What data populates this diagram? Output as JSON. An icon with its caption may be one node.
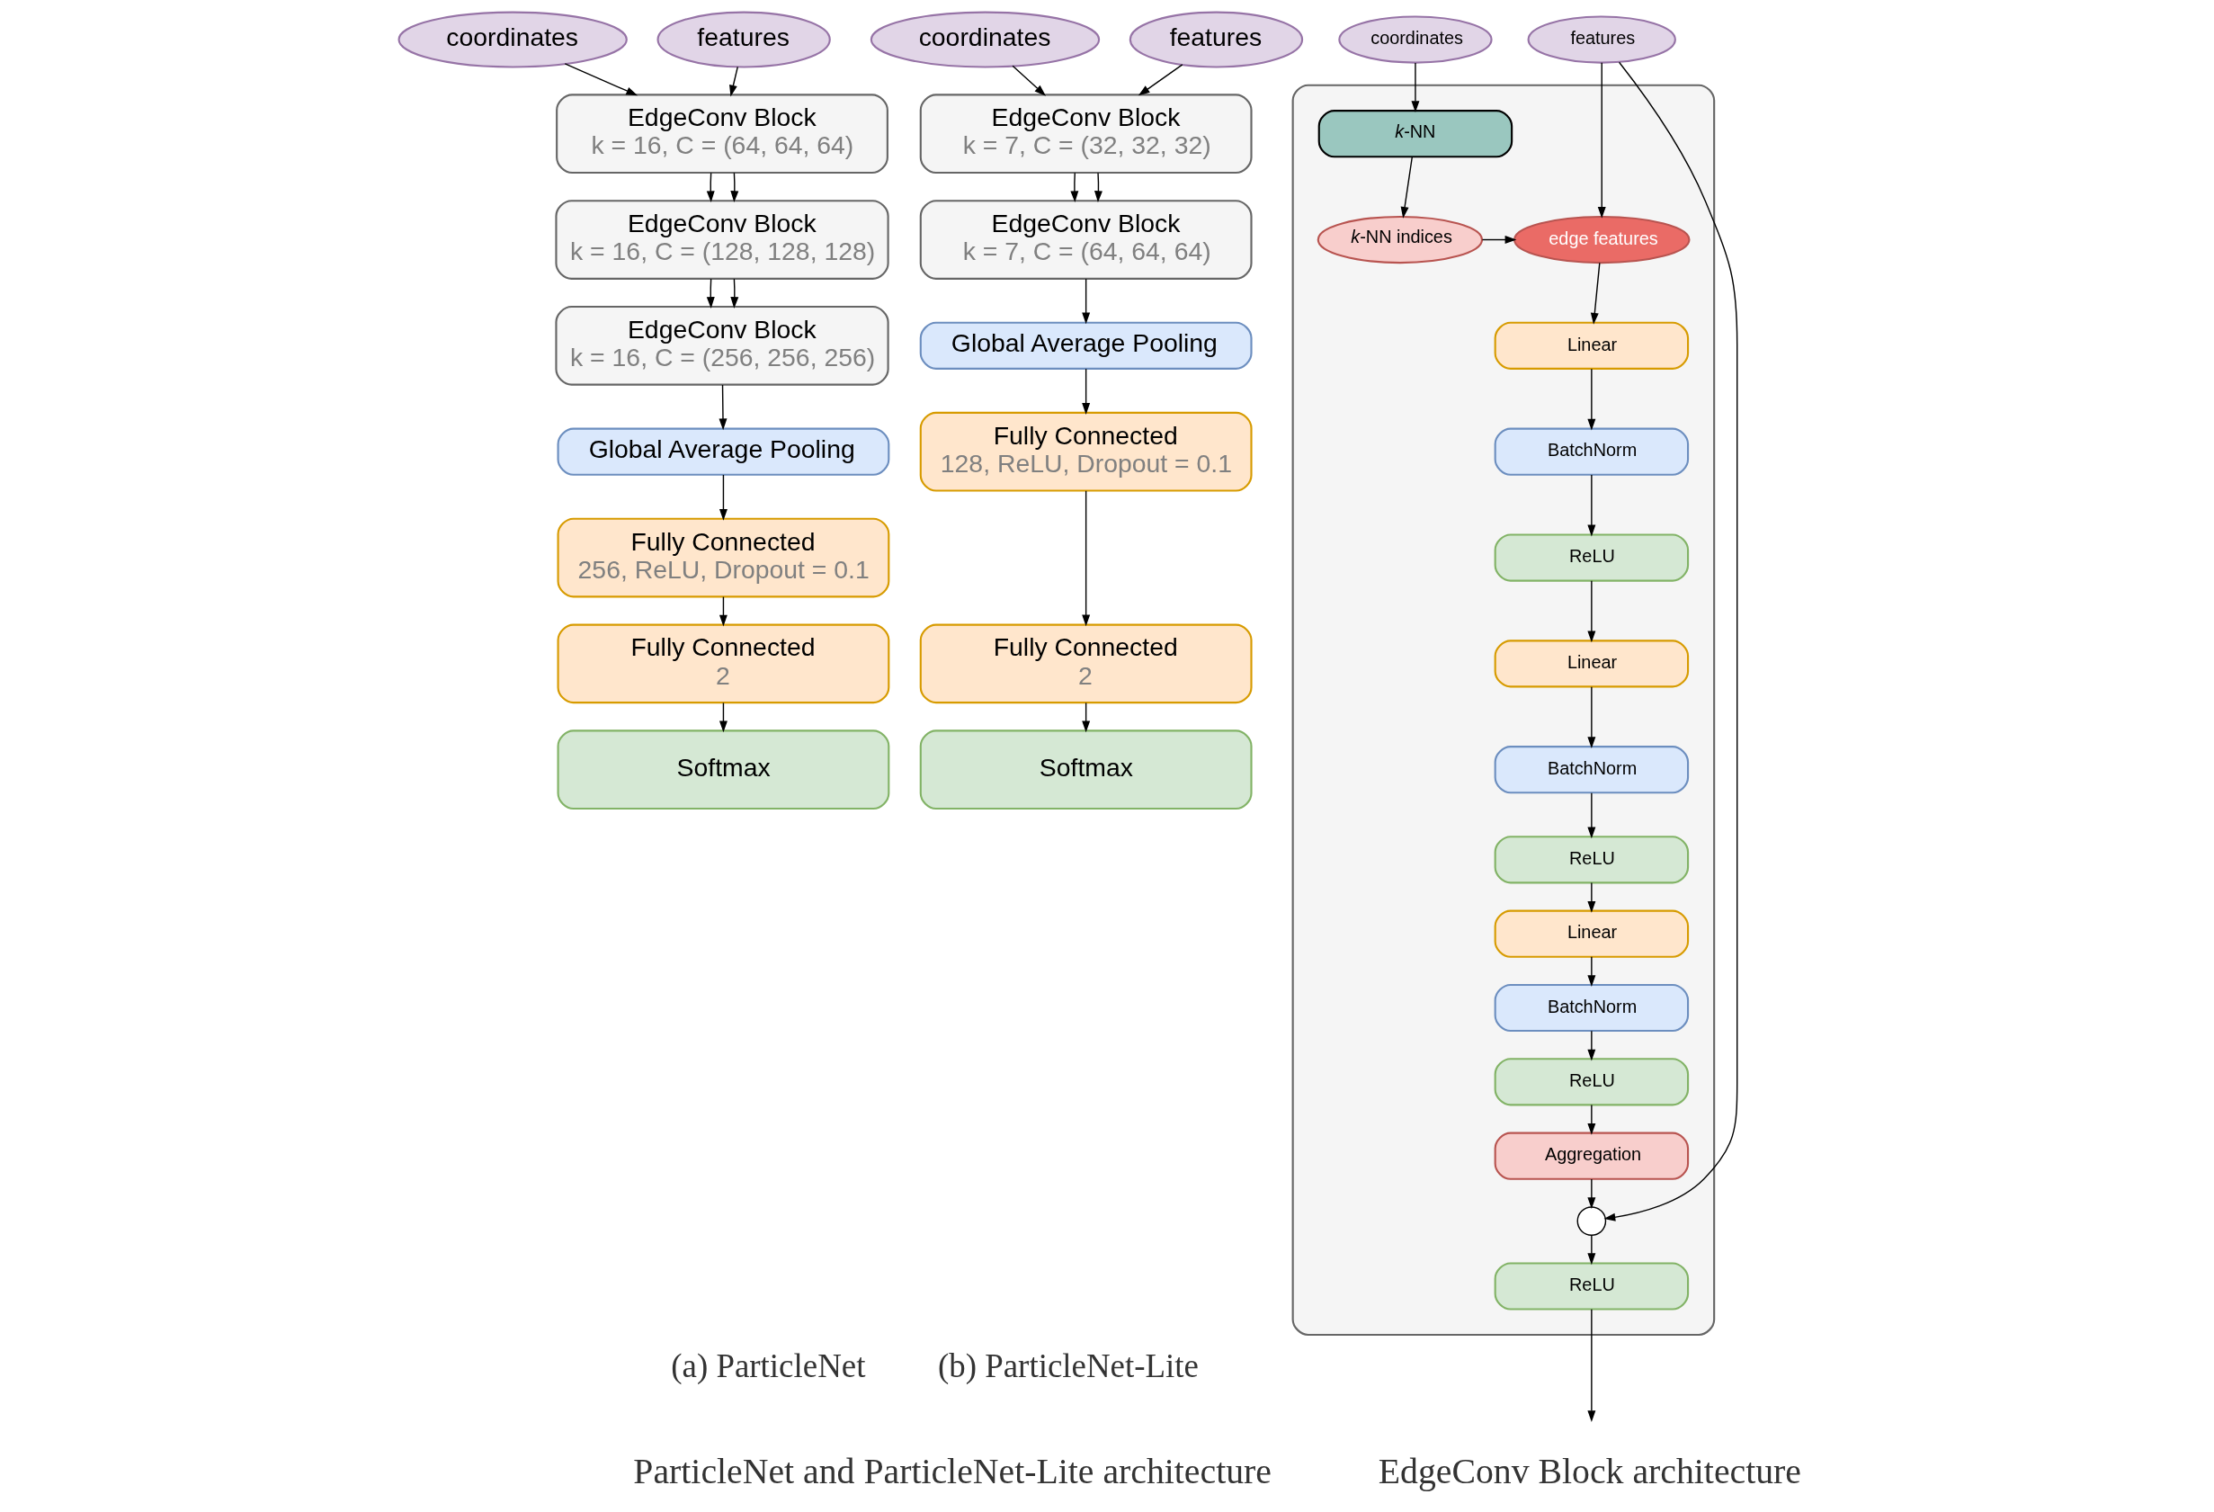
{
  "diagram": {
    "nodes": [
      {
        "text": [
          "coordinates"
        ]
      },
      {
        "text": [
          "features"
        ]
      },
      {
        "text": [
          "EdgeConv Block",
          "k = 16, C = (64, 64, 64)"
        ]
      },
      {
        "text": [
          "EdgeConv Block",
          "k = 16, C = (128, 128, 128)"
        ]
      },
      {
        "text": [
          "EdgeConv Block",
          "k = 16, C = (256, 256, 256)"
        ]
      },
      {
        "text": [
          "Global Average Pooling"
        ]
      },
      {
        "text": [
          "Fully Connected",
          "256, ReLU, Dropout = 0.1"
        ]
      },
      {
        "text": [
          "Fully Connected",
          "2"
        ]
      },
      {
        "text": [
          "Softmax"
        ]
      },
      {
        "text": [
          "coordinates"
        ]
      },
      {
        "text": [
          "features"
        ]
      },
      {
        "text": [
          "EdgeConv Block",
          "k = 7, C = (32, 32, 32)"
        ]
      },
      {
        "text": [
          "EdgeConv Block",
          "k = 7, C = (64, 64, 64)"
        ]
      },
      {
        "text": [
          "Global Average Pooling"
        ]
      },
      {
        "text": [
          "Fully Connected",
          "128, ReLU, Dropout = 0.1"
        ]
      },
      {
        "text": [
          "Fully Connected",
          "2"
        ]
      },
      {
        "text": [
          "Softmax"
        ]
      },
      {
        "text": [
          "coordinates"
        ]
      },
      {
        "text": [
          "features"
        ]
      },
      {
        "text": [],
        "shape": "box"
      },
      {
        "text": [
          "*k*-NN"
        ],
        "in": 19
      },
      {
        "text": [
          "*k*-NN indices"
        ],
        "in": 19
      },
      {
        "text": [
          "edge features"
        ],
        "in": 19
      },
      {
        "text": [
          "Linear"
        ],
        "in": 19
      },
      {
        "text": [
          "BatchNorm"
        ],
        "in": 19
      },
      {
        "text": [
          "ReLU"
        ],
        "in": 19
      },
      {
        "text": [
          "Linear"
        ],
        "in": 19
      },
      {
        "text": [
          "BatchNorm"
        ],
        "in": 19
      },
      {
        "text": [
          "ReLU"
        ],
        "in": 19
      },
      {
        "text": [
          "Linear"
        ],
        "in": 19
      },
      {
        "text": [
          "BatchNorm"
        ],
        "in": 19
      },
      {
        "text": [
          "ReLU"
        ],
        "in": 19
      },
      {
        "text": [
          "Aggregation"
        ],
        "in": 19
      },
      {
        "text": [],
        "shape": "circle",
        "in": 19
      },
      {
        "text": [
          "ReLU"
        ],
        "in": 19
      }
    ],
    "edges": [
      {
        "from": 0,
        "to": 2,
        "arrow": "to"
      },
      {
        "from": 1,
        "to": 2,
        "arrow": "to"
      },
      {
        "from": 2,
        "to": 3,
        "arrow": "to"
      },
      {
        "from": 2,
        "to": 3,
        "arrow": "to"
      },
      {
        "from": 3,
        "to": 4,
        "arrow": "to"
      },
      {
        "from": 3,
        "to": 4,
        "arrow": "to"
      },
      {
        "from": 4,
        "to": 5,
        "arrow": "to"
      },
      {
        "from": 5,
        "to": 6,
        "arrow": "to"
      },
      {
        "from": 6,
        "to": 7,
        "arrow": "to"
      },
      {
        "from": 7,
        "to": 8,
        "arrow": "to"
      },
      {
        "from": 9,
        "to": 11,
        "arrow": "to"
      },
      {
        "from": 10,
        "to": 11,
        "arrow": "to"
      },
      {
        "from": 11,
        "to": 12,
        "arrow": "to"
      },
      {
        "from": 11,
        "to": 12,
        "arrow": "to"
      },
      {
        "from": 12,
        "to": 13,
        "arrow": "to"
      },
      {
        "from": 13,
        "to": 14,
        "arrow": "to"
      },
      {
        "from": 14,
        "to": 15,
        "arrow": "to"
      },
      {
        "from": 15,
        "to": 16,
        "arrow": "to"
      },
      {
        "from": 17,
        "to": 20,
        "arrow": "to"
      },
      {
        "from": 18,
        "to": 22,
        "arrow": "to"
      },
      {
        "from": 20,
        "to": 21,
        "arrow": "to"
      },
      {
        "from": 21,
        "to": 22,
        "arrow": "to"
      },
      {
        "from": 22,
        "to": 23,
        "arrow": "to"
      },
      {
        "from": 23,
        "to": 24,
        "arrow": "to"
      },
      {
        "from": 24,
        "to": 25,
        "arrow": "to"
      },
      {
        "from": 25,
        "to": 26,
        "arrow": "to"
      },
      {
        "from": 26,
        "to": 27,
        "arrow": "to"
      },
      {
        "from": 27,
        "to": 28,
        "arrow": "to"
      },
      {
        "from": 28,
        "to": 29,
        "arrow": "to"
      },
      {
        "from": 29,
        "to": 30,
        "arrow": "to"
      },
      {
        "from": 30,
        "to": 31,
        "arrow": "to"
      },
      {
        "from": 31,
        "to": 32,
        "arrow": "to"
      },
      {
        "from": 32,
        "to": 33,
        "arrow": "to"
      },
      {
        "from": 18,
        "to": 33,
        "arrow": "to"
      },
      {
        "from": 33,
        "to": 34,
        "arrow": "to"
      },
      {
        "from": 34,
        "to": null,
        "arrow": "to"
      }
    ],
    "labels": [
      "(a) ParticleNet",
      "(b) ParticleNet-Lite",
      "ParticleNet and ParticleNet-Lite architecture",
      "EdgeConv Block architecture"
    ]
  }
}
